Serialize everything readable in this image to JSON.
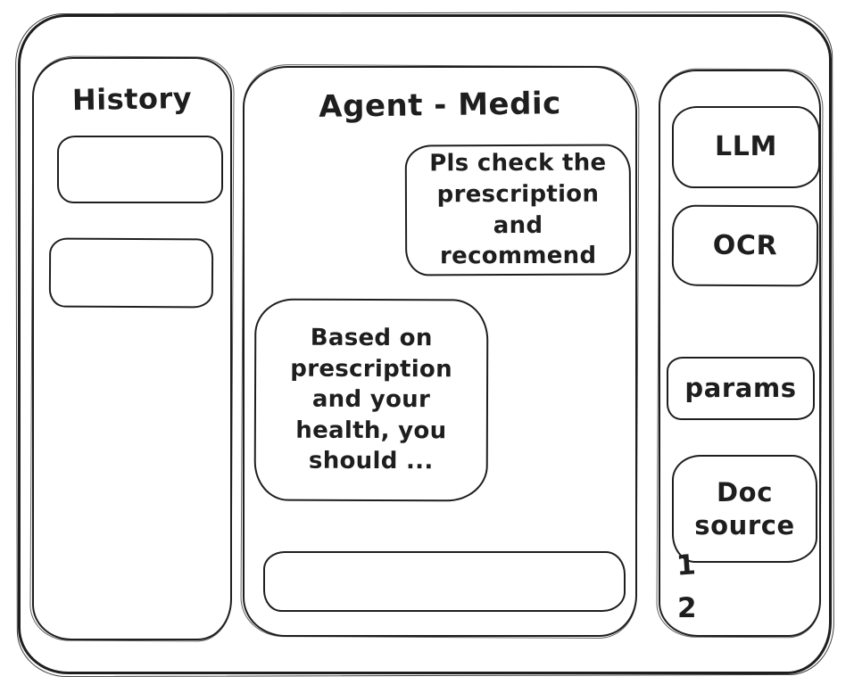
{
  "app": {
    "ink_color": "#1e1e1e",
    "background_color": "#ffffff"
  },
  "history_panel": {
    "title": "History",
    "items": [
      {
        "label": ""
      },
      {
        "label": ""
      }
    ]
  },
  "chat_panel": {
    "title": "Agent - Medic",
    "messages": [
      {
        "role": "user",
        "text": "Pls check the prescription and recommend"
      },
      {
        "role": "assistant",
        "text": "Based on prescription and your health, you should ..."
      }
    ],
    "input": {
      "value": "",
      "placeholder": ""
    }
  },
  "tools_panel": {
    "buttons": [
      {
        "label": "LLM"
      },
      {
        "label": "OCR"
      },
      {
        "label": "params"
      },
      {
        "label": "Doc source"
      }
    ],
    "doc_sources": [
      {
        "label": "1"
      },
      {
        "label": "2"
      }
    ]
  }
}
